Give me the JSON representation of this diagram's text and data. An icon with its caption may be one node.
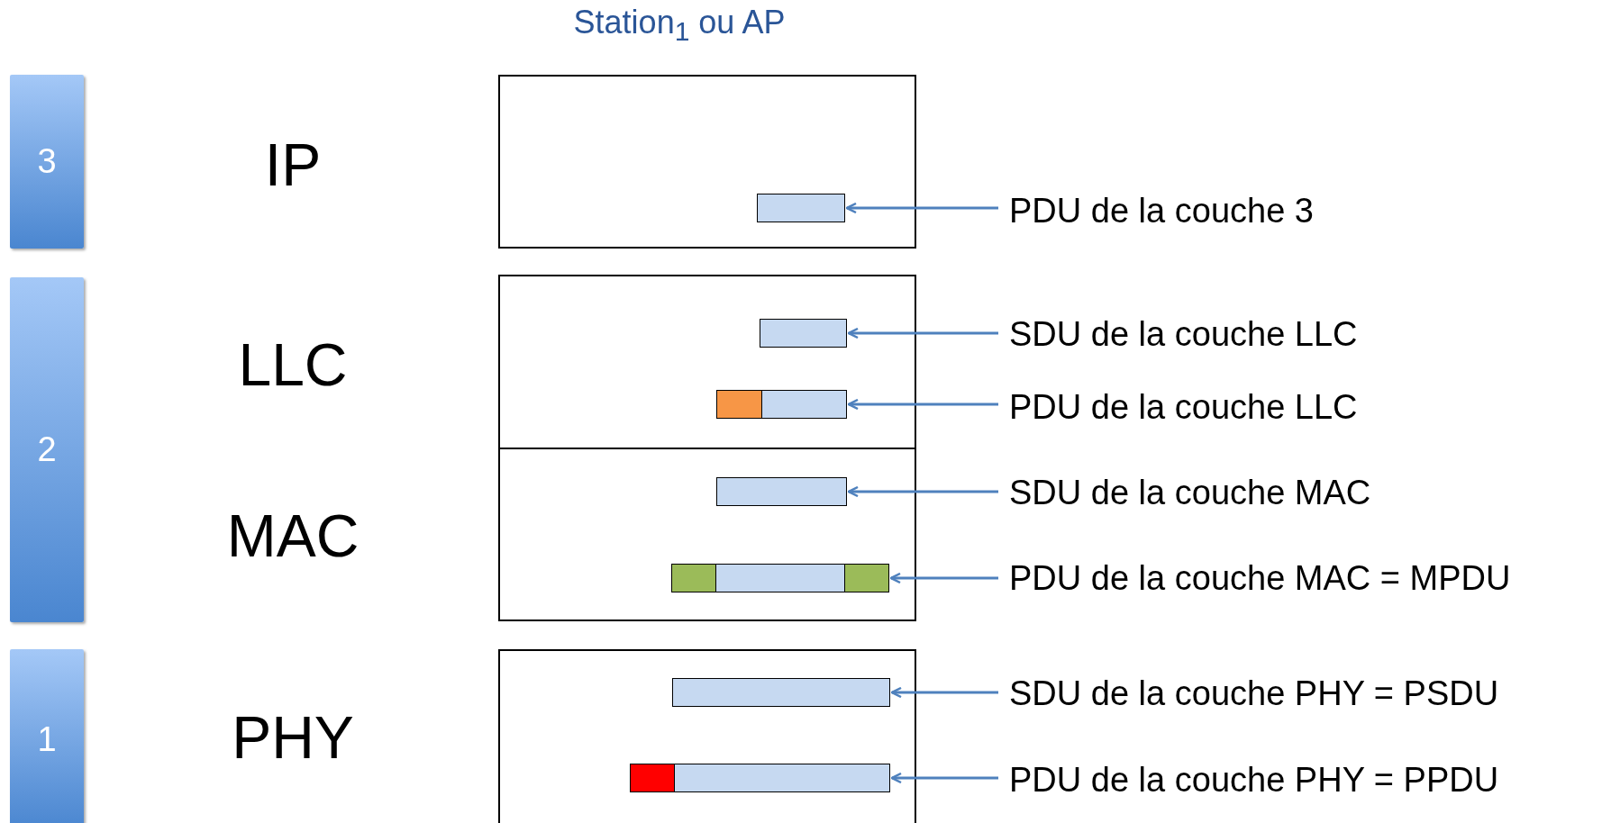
{
  "diagram": {
    "title": "Station$_{1}$ ou AP",
    "nodes": [
      {
        "text": [
          "3"
        ]
      },
      {
        "text": [],
        "shape": "box"
      },
      {
        "text": [],
        "shape": "bar",
        "in": 1
      },
      {
        "text": [
          "PDU de la couche 3"
        ]
      },
      {
        "text": [
          "2"
        ]
      },
      {
        "text": [],
        "shape": "box"
      },
      {
        "text": [],
        "shape": "bar",
        "in": 5
      },
      {
        "text": [
          "SDU de la couche LLC"
        ]
      },
      {
        "text": [],
        "shape": "bar",
        "in": 5
      },
      {
        "text": [
          "PDU de la couche LLC"
        ]
      },
      {
        "text": [],
        "shape": "box"
      },
      {
        "text": [],
        "shape": "bar",
        "in": 10
      },
      {
        "text": [
          "SDU de la couche MAC"
        ]
      },
      {
        "text": [],
        "shape": "bar",
        "in": 10
      },
      {
        "text": [
          "PDU de la couche MAC = MPDU"
        ]
      },
      {
        "text": [
          "1"
        ]
      },
      {
        "text": [],
        "shape": "box"
      },
      {
        "text": [],
        "shape": "bar",
        "in": 16
      },
      {
        "text": [
          "SDU de la couche PHY = PSDU"
        ]
      },
      {
        "text": [],
        "shape": "bar",
        "in": 16
      },
      {
        "text": [
          "PDU de la couche PHY = PPDU"
        ]
      }
    ],
    "edges": [
      {
        "from": 3,
        "to": 2,
        "arrow": "to"
      },
      {
        "from": 7,
        "to": 6,
        "arrow": "to"
      },
      {
        "from": 9,
        "to": 8,
        "arrow": "to"
      },
      {
        "from": 12,
        "to": 11,
        "arrow": "to"
      },
      {
        "from": 14,
        "to": 13,
        "arrow": "to"
      },
      {
        "from": 18,
        "to": 17,
        "arrow": "to"
      },
      {
        "from": 20,
        "to": 19,
        "arrow": "to"
      }
    ],
    "labels": [
      "IP",
      "LLC",
      "MAC",
      "PHY"
    ]
  }
}
